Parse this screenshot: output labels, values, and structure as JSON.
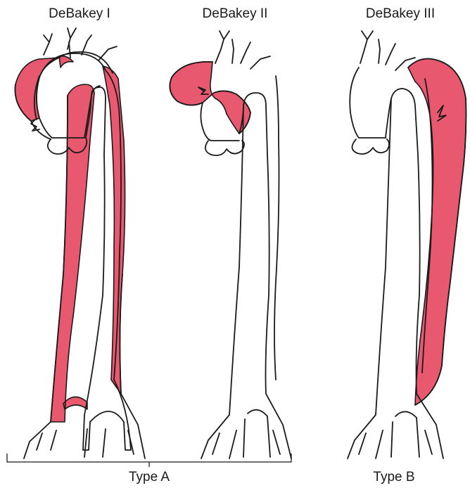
{
  "diagram": {
    "titles": [
      "DeBakey I",
      "DeBakey II",
      "DeBakey III"
    ],
    "groups": {
      "a": "Type A",
      "b": "Type B"
    },
    "colors": {
      "dissection": "#E8596F",
      "outline": "#1a1a1a",
      "lumen": "#ffffff"
    }
  }
}
